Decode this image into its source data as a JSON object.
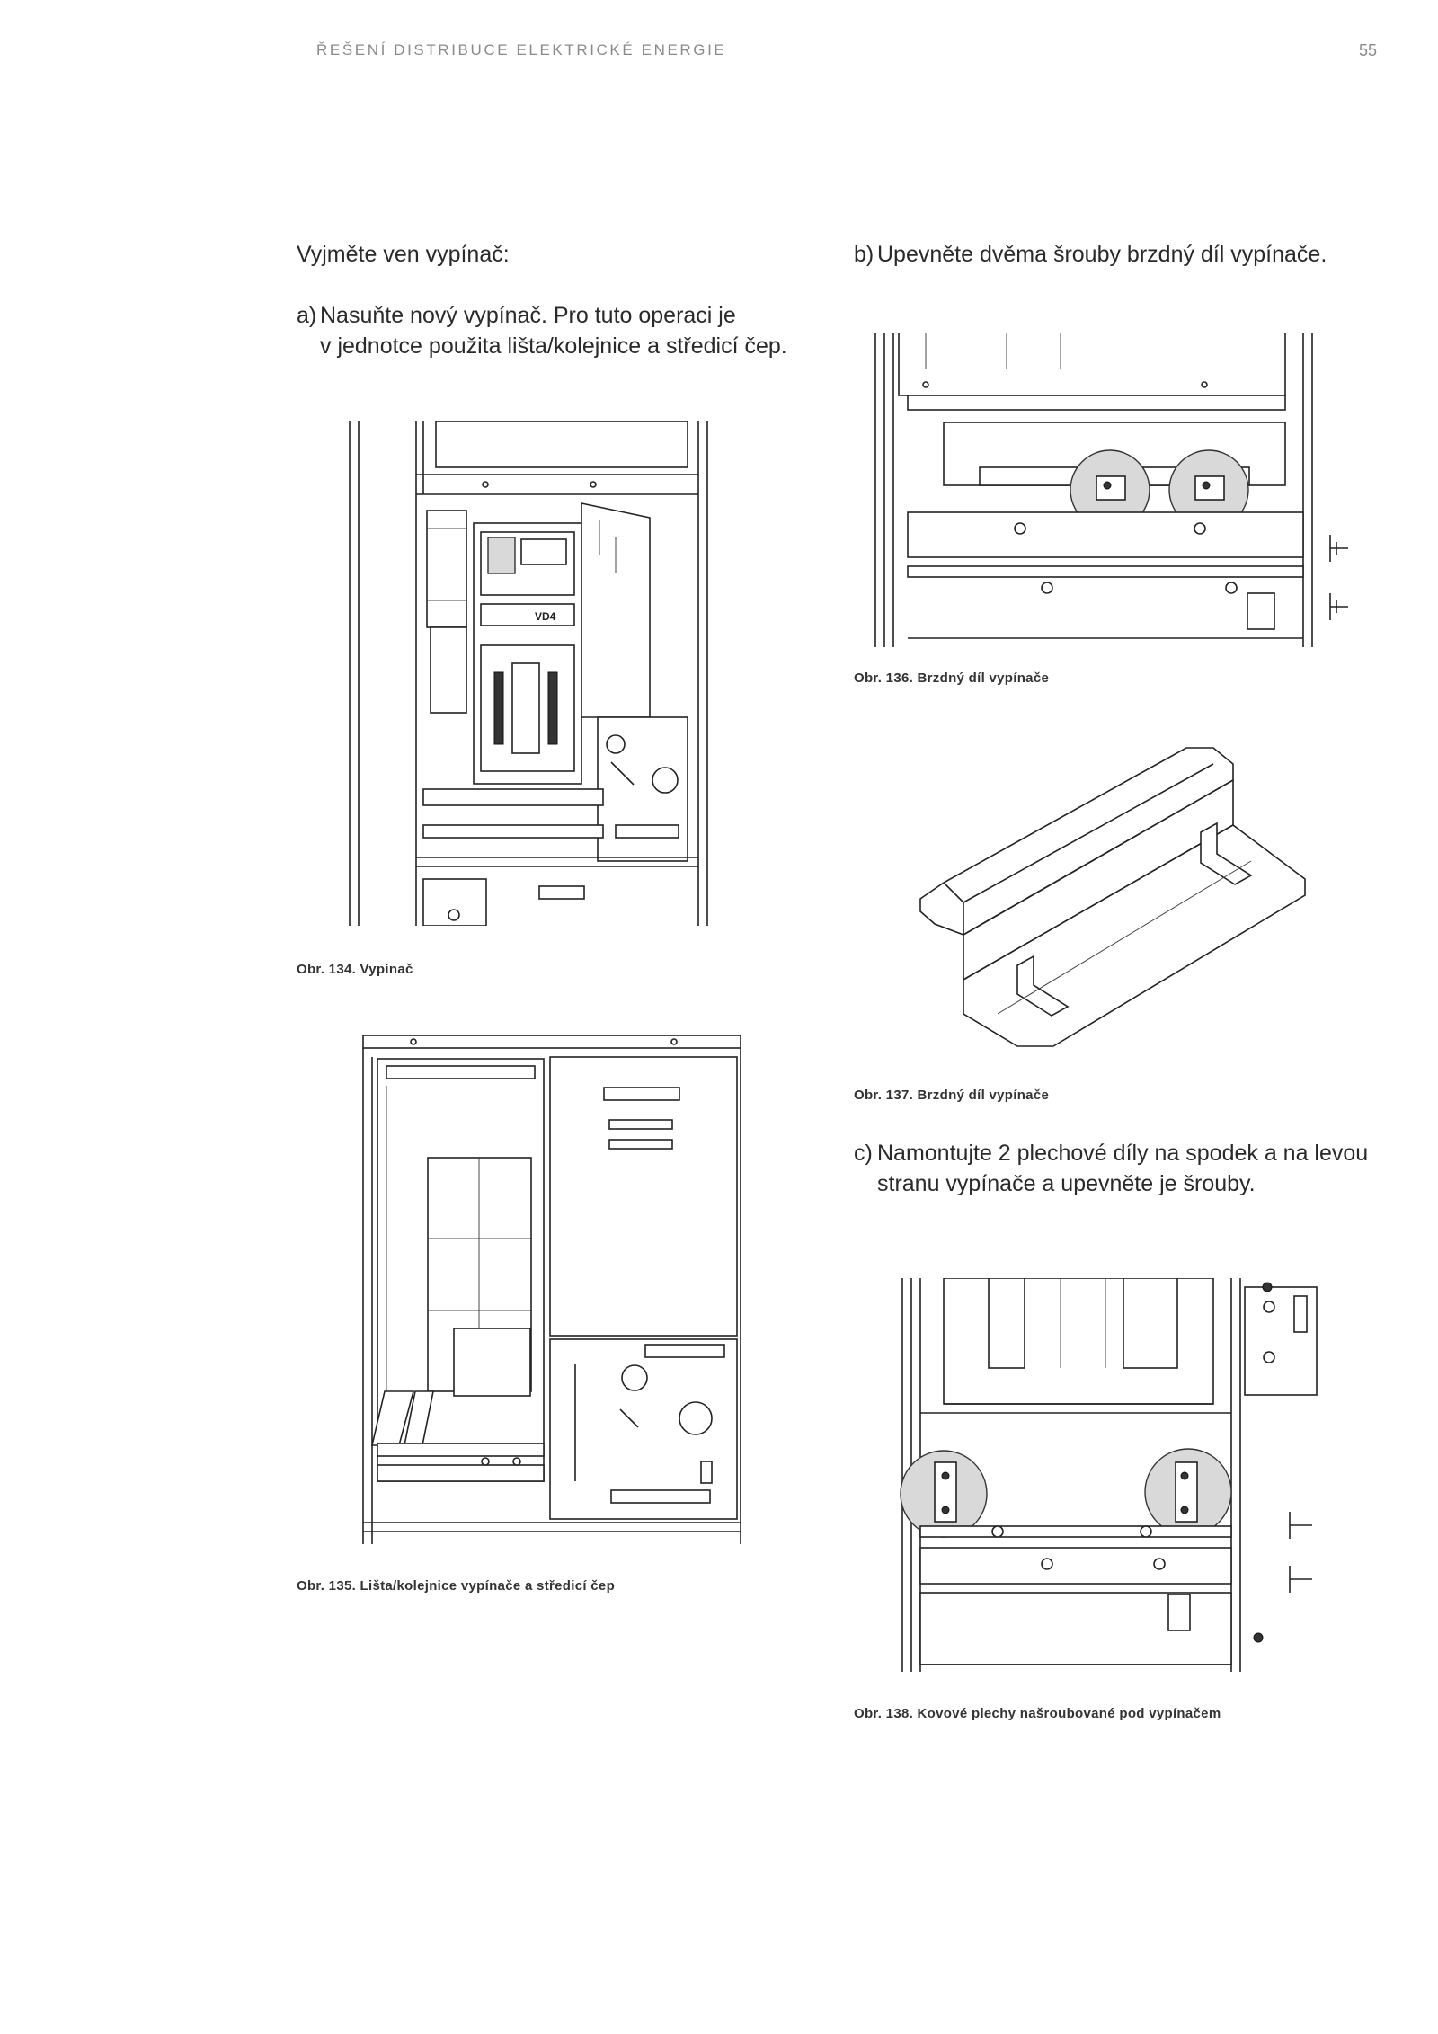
{
  "header": {
    "title": "ŘEŠENÍ DISTRIBUCE ELEKTRICKÉ ENERGIE",
    "page_number": "55"
  },
  "left_column": {
    "intro": "Vyjměte ven vypínač:",
    "step_a": {
      "label": "a)",
      "line1": "Nasuňte nový vypínač. Pro tuto operaci je",
      "line2": "v jednotce použita lišta/kolejnice a středicí čep."
    },
    "fig134_caption": "Obr. 134. Vypínač",
    "fig135_caption": "Obr. 135. Lišta/kolejnice vypínače a středicí čep",
    "fig134_panel_text": "VD4"
  },
  "right_column": {
    "step_b": {
      "label": "b)",
      "text": "Upevněte dvěma šrouby brzdný díl vypínače."
    },
    "fig136_caption": "Obr. 136. Brzdný díl vypínače",
    "fig137_caption": "Obr. 137. Brzdný díl vypínače",
    "step_c": {
      "label": "c)",
      "line1": "Namontujte 2 plechové díly na spodek a na levou",
      "line2": "stranu vypínače a upevněte je šrouby."
    },
    "fig138_caption": "Obr. 138. Kovové plechy našroubované pod vypínačem"
  }
}
